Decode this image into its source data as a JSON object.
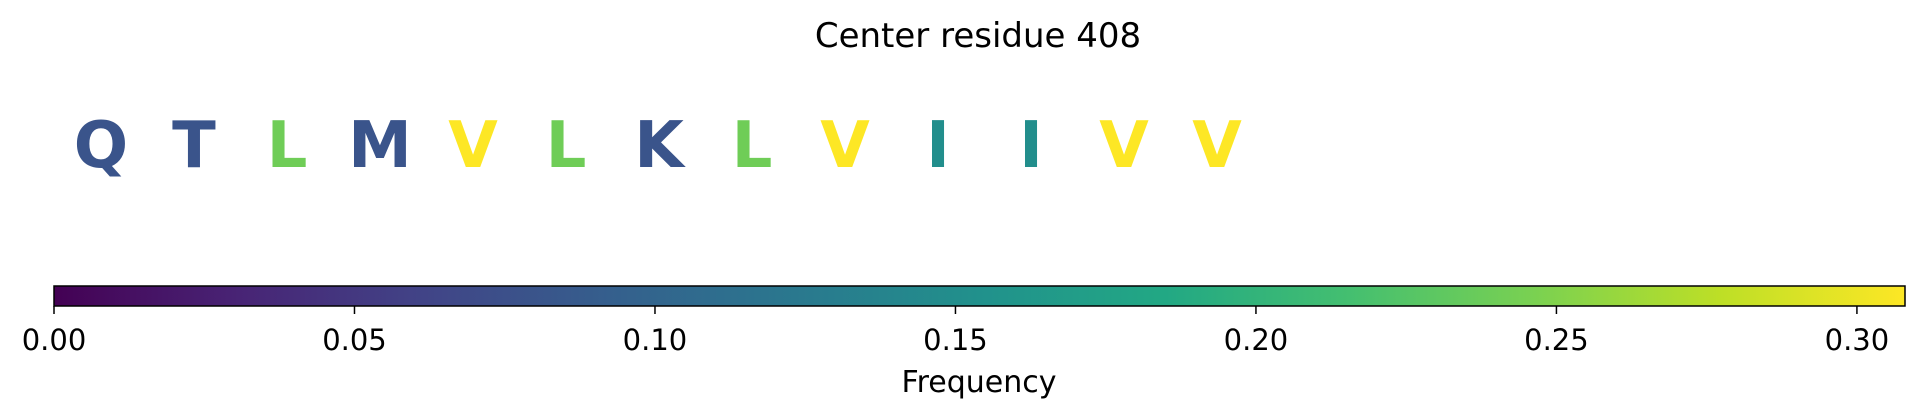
{
  "chart_data": {
    "type": "sequence-colorbar",
    "title": "Center residue 408",
    "residues": [
      {
        "letter": "Q",
        "frequency": 0.08
      },
      {
        "letter": "T",
        "frequency": 0.08
      },
      {
        "letter": "L",
        "frequency": 0.24
      },
      {
        "letter": "M",
        "frequency": 0.08
      },
      {
        "letter": "V",
        "frequency": 0.31
      },
      {
        "letter": "L",
        "frequency": 0.24
      },
      {
        "letter": "K",
        "frequency": 0.08
      },
      {
        "letter": "L",
        "frequency": 0.24
      },
      {
        "letter": "V",
        "frequency": 0.31
      },
      {
        "letter": "I",
        "frequency": 0.15
      },
      {
        "letter": "I",
        "frequency": 0.15
      },
      {
        "letter": "V",
        "frequency": 0.31
      },
      {
        "letter": "V",
        "frequency": 0.31
      }
    ],
    "colorbar": {
      "colormap": "viridis",
      "label": "Frequency",
      "range": [
        0,
        0.308
      ],
      "ticks": [
        0.0,
        0.05,
        0.1,
        0.15,
        0.2,
        0.25,
        0.3
      ],
      "tick_labels": [
        "0.00",
        "0.05",
        "0.10",
        "0.15",
        "0.20",
        "0.25",
        "0.30"
      ]
    },
    "grid": false
  }
}
